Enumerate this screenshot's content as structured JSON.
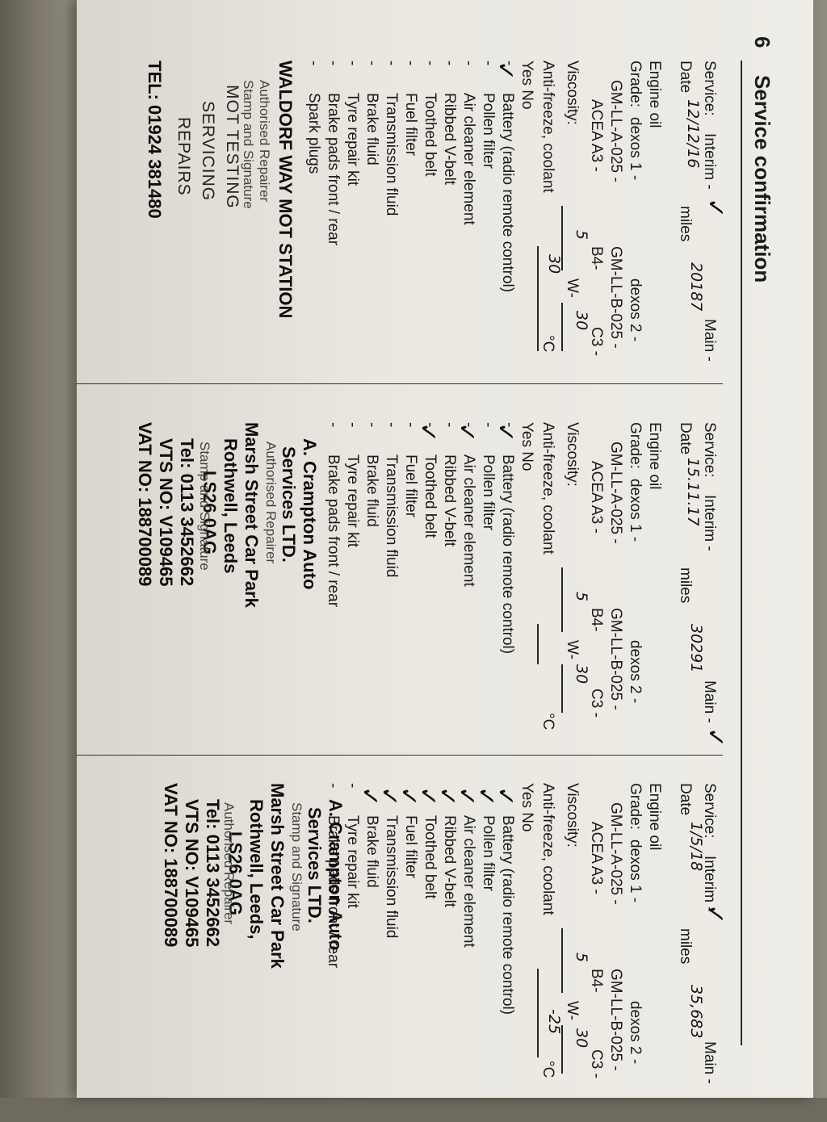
{
  "page": {
    "number": "6",
    "title": "Service confirmation"
  },
  "labels": {
    "service": "Service:",
    "interim": "Interim -",
    "main": "Main -",
    "date": "Date",
    "miles": "miles",
    "engine_oil": "Engine oil",
    "grade": "Grade:",
    "dexos1": "dexos 1 -",
    "dexos2": "dexos 2 -",
    "gm_a": "GM-LL-A-025 -",
    "gm_b": "GM-LL-B-025 -",
    "acea": "ACEA A3 -",
    "b4": "B4-",
    "c3": "C3 -",
    "viscosity": "Viscosity:",
    "w": "W-",
    "antifreeze": "Anti-freeze, coolant",
    "degc": "°C",
    "yes_no": "Yes No",
    "items": [
      "Battery (radio remote control)",
      "Pollen filter",
      "Air cleaner element",
      "Ribbed V-belt",
      "Toothed belt",
      "Fuel filter",
      "Transmission fluid",
      "Brake fluid",
      "Tyre repair kit",
      "Brake pads front / rear",
      "Spark plugs"
    ],
    "stamp_authorised": "Authorised Repairer",
    "stamp_signature": "Stamp and Signature"
  },
  "entries": [
    {
      "date": "12/12/16",
      "miles": "20187",
      "viscosity_low": "5",
      "viscosity_high": "30",
      "antifreeze_temp": "30",
      "ticks": [
        "✓"
      ],
      "stamp": {
        "name": "WALDORF WAY MOT STATION",
        "lines": [
          "MOT TESTING",
          "SERVICING",
          "REPAIRS"
        ],
        "tel": "TEL: 01924 381480"
      }
    },
    {
      "date": "15.11.17",
      "miles": "30291",
      "viscosity_low": "5",
      "viscosity_high": "30",
      "antifreeze_temp": "",
      "ticks": [
        "✓",
        "✓",
        "✓"
      ],
      "stamp": {
        "lines": [
          "A. Crampton Auto",
          "Services LTD.",
          "Marsh Street Car Park",
          "Rothwell, Leeds",
          "LS26 0AG",
          "Tel: 0113 3452662",
          "VTS NO: V109465",
          "VAT NO: 188700089"
        ]
      }
    },
    {
      "date": "1/5/18",
      "miles": "35,683",
      "viscosity_low": "5",
      "viscosity_high": "30",
      "antifreeze_temp": "-25",
      "ticks": [
        "✓",
        "✓",
        "✓",
        "✓",
        "✓",
        "✓",
        "✓",
        "✓",
        "✓"
      ],
      "stamp": {
        "lines": [
          "A. Crampton Auto",
          "Services LTD.",
          "Marsh Street Car Park",
          "Rothwell, Leeds,",
          "LS26 0AG",
          "Tel: 0113 3452662",
          "VTS NO: V109465",
          "VAT NO: 188700089"
        ]
      }
    }
  ]
}
